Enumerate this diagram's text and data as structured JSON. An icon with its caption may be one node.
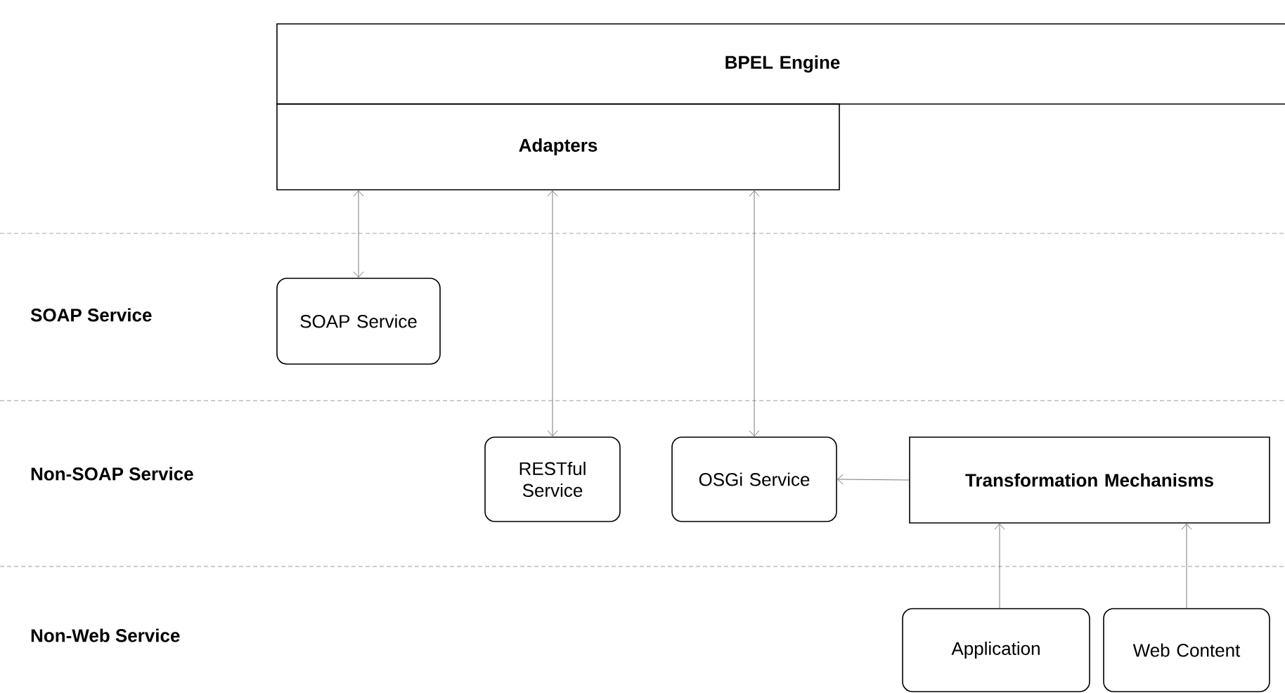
{
  "diagram": {
    "nodes": [
      {
        "text": [
          "BPEL Engine"
        ]
      },
      {
        "text": [
          "Adapters"
        ]
      },
      {
        "text": [
          "SOAP Service"
        ]
      },
      {
        "text": [
          "RESTful Service"
        ]
      },
      {
        "text": [
          "OSGi Service"
        ]
      },
      {
        "text": [
          "Transformation Mechanisms"
        ]
      },
      {
        "text": [
          "Application"
        ]
      },
      {
        "text": [
          "Web Content"
        ]
      }
    ],
    "edges": [
      {
        "from": 1,
        "to": 2,
        "arrow": "both"
      },
      {
        "from": 1,
        "to": 3,
        "arrow": "both"
      },
      {
        "from": 1,
        "to": 4,
        "arrow": "both"
      },
      {
        "from": 5,
        "to": 4,
        "arrow": "to"
      },
      {
        "from": 6,
        "to": 5,
        "arrow": "to"
      },
      {
        "from": 7,
        "to": 5,
        "arrow": "to"
      }
    ],
    "labels": [
      "SOAP Service",
      "Non-SOAP Service",
      "Non-Web Service"
    ]
  }
}
